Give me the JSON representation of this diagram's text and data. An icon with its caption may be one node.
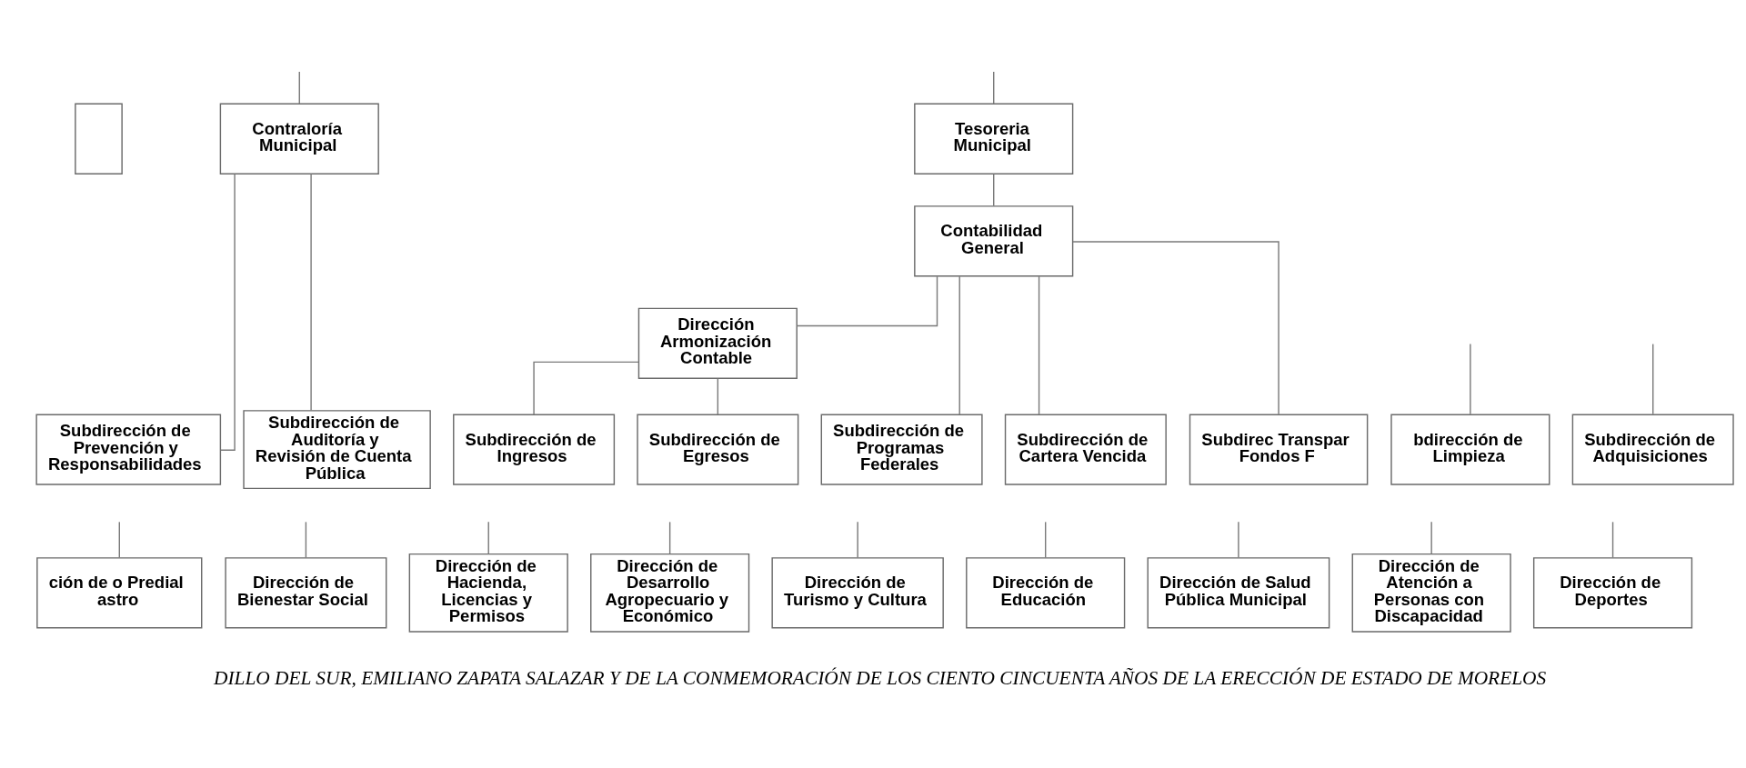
{
  "diagram": {
    "caption": "DILLO DEL SUR, EMILIANO ZAPATA SALAZAR Y DE LA CONMEMORACIÓN DE LOS CIENTO CINCUENTA AÑOS DE LA ERECCIÓN DE ESTADO DE MORELOS",
    "nodes": [
      {
        "text": [],
        "shape": "box"
      },
      {
        "text": [
          "Contraloría Municipal"
        ]
      },
      {
        "text": [
          "Tesoreria Municipal"
        ]
      },
      {
        "text": [
          "Contabilidad General"
        ]
      },
      {
        "text": [
          "Dirección Armonización Contable"
        ]
      },
      {
        "text": [
          "bdirección de Limpieza"
        ]
      },
      {
        "text": [
          "Subdirección de Adquisiciones"
        ]
      },
      {
        "text": [
          "Subdirección de Prevención y Responsabilidades"
        ]
      },
      {
        "text": [
          "Subdirección de Auditoría y Revisión de Cuenta Pública"
        ]
      },
      {
        "text": [
          "Subdirección de Ingresos"
        ]
      },
      {
        "text": [
          "Subdirección de Egresos"
        ]
      },
      {
        "text": [
          "Subdirección de Programas Federales"
        ]
      },
      {
        "text": [
          "Subdirección de Cartera Vencida"
        ]
      },
      {
        "text": [
          "Subdirec Transpar Fondos F"
        ]
      },
      {
        "text": [
          "ción de o Predial astro"
        ]
      },
      {
        "text": [
          "Dirección de Bienestar Social"
        ]
      },
      {
        "text": [
          "Dirección de Hacienda, Licencias y Permisos"
        ]
      },
      {
        "text": [
          "Dirección de Desarrollo Agropecuario y Económico"
        ]
      },
      {
        "text": [
          "Dirección de Turismo y Cultura"
        ]
      },
      {
        "text": [
          "Dirección de Educación"
        ]
      },
      {
        "text": [
          "Dirección de Salud Pública Municipal"
        ]
      },
      {
        "text": [
          "Dirección de Atención a Personas con Discapacidad"
        ]
      },
      {
        "text": [
          "Dirección de Deportes"
        ]
      }
    ],
    "edges": [
      {
        "from": null,
        "to": 1,
        "arrow": "none"
      },
      {
        "from": null,
        "to": 2,
        "arrow": "none"
      },
      {
        "from": 2,
        "to": 3,
        "arrow": "none"
      },
      {
        "from": 3,
        "to": 4,
        "arrow": "none"
      },
      {
        "from": 3,
        "to": 11,
        "arrow": "none"
      },
      {
        "from": 3,
        "to": 12,
        "arrow": "none"
      },
      {
        "from": 3,
        "to": 13,
        "arrow": "none"
      },
      {
        "from": 4,
        "to": 9,
        "arrow": "none"
      },
      {
        "from": 4,
        "to": 10,
        "arrow": "none"
      },
      {
        "from": 1,
        "to": 7,
        "arrow": "none"
      },
      {
        "from": 1,
        "to": 8,
        "arrow": "none"
      },
      {
        "from": null,
        "to": 5,
        "arrow": "none"
      },
      {
        "from": null,
        "to": 6,
        "arrow": "none"
      },
      {
        "from": null,
        "to": 14,
        "arrow": "none"
      },
      {
        "from": null,
        "to": 15,
        "arrow": "none"
      },
      {
        "from": null,
        "to": 16,
        "arrow": "none"
      },
      {
        "from": null,
        "to": 17,
        "arrow": "none"
      },
      {
        "from": null,
        "to": 18,
        "arrow": "none"
      },
      {
        "from": null,
        "to": 19,
        "arrow": "none"
      },
      {
        "from": null,
        "to": 20,
        "arrow": "none"
      },
      {
        "from": null,
        "to": 21,
        "arrow": "none"
      },
      {
        "from": null,
        "to": 22,
        "arrow": "none"
      }
    ]
  }
}
